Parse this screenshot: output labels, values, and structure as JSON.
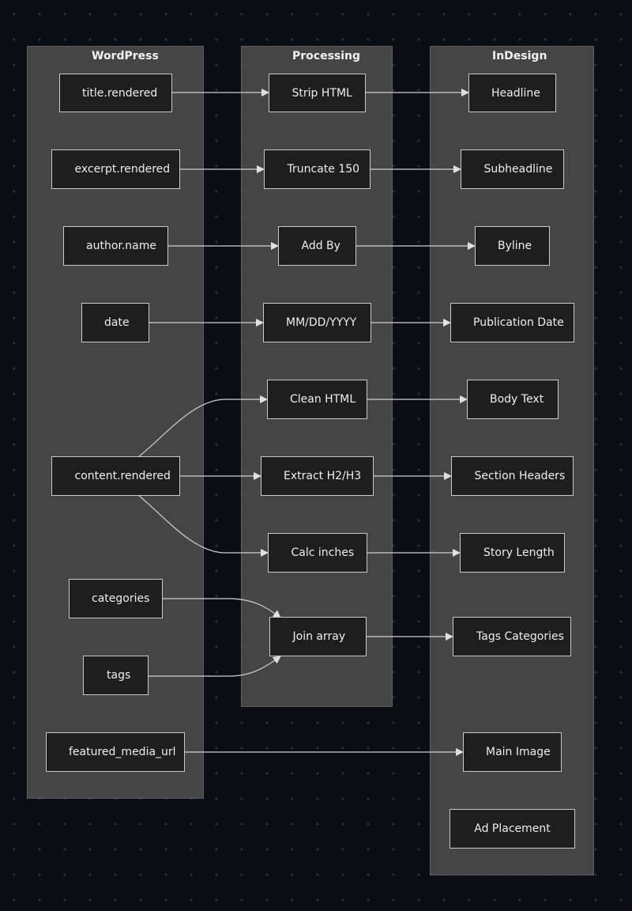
{
  "groups": {
    "wordpress": {
      "title": "WordPress"
    },
    "processing": {
      "title": "Processing"
    },
    "indesign": {
      "title": "InDesign"
    }
  },
  "nodes": {
    "title_rendered": "title.rendered",
    "excerpt_rendered": "excerpt.rendered",
    "author_name": "author.name",
    "date": "date",
    "content_rendered": "content.rendered",
    "categories": "categories",
    "tags": "tags",
    "featured_media": "featured_media_url",
    "strip_html": "Strip HTML",
    "truncate": "Truncate 150",
    "add_by": "Add By",
    "date_format": "MM/DD/YYYY",
    "clean_html": "Clean HTML",
    "extract_h2": "Extract H2/H3",
    "calc_inches": "Calc inches",
    "join_array": "Join array",
    "headline": "Headline",
    "subheadline": "Subheadline",
    "byline": "Byline",
    "publication_date": "Publication Date",
    "body_text": "Body Text",
    "section_headers": "Section Headers",
    "story_length": "Story Length",
    "tags_categories": "Tags Categories",
    "main_image": "Main Image",
    "ad_placement": "Ad Placement"
  },
  "colors": {
    "background": "#0b0d14",
    "group_fill": "#454545",
    "node_fill": "#1e1e1e",
    "node_border": "#c9c9c9",
    "edge": "#d0d0d0",
    "text": "#eeeeee"
  }
}
